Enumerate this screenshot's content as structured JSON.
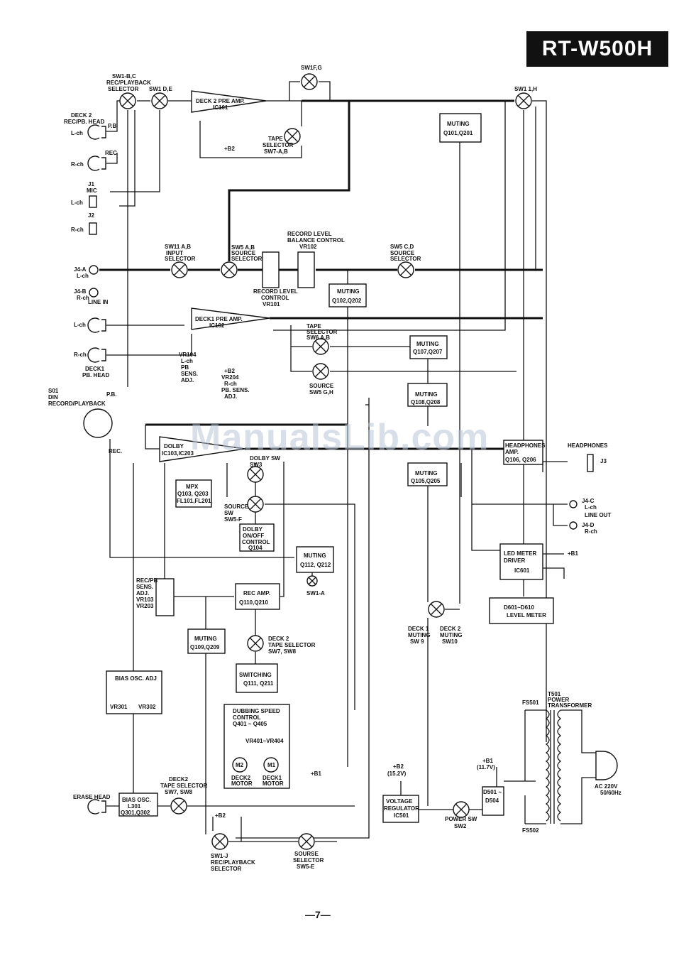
{
  "title": "RT-W500H",
  "watermark": "ManualsLib.com",
  "page_number": "—7—",
  "labels": {
    "sw1bc": "SW1-B,C",
    "sw1bc_desc1": "REC/PLAYBACK",
    "sw1bc_desc2": "SELECTOR",
    "sw1de": "SW1 D,E",
    "deck2_head1": "DECK 2",
    "deck2_head2": "REC/PB. HEAD",
    "pb": "P.B",
    "rec": "REC",
    "lch": "L-ch",
    "rch": "R-ch",
    "j1": "J1",
    "mic": "MIC",
    "j2": "J2",
    "deck2_preamp": "DECK 2 PRE AMP.",
    "ic101": "IC101",
    "b2": "+B2",
    "tape_selector_sw7_1": "TAPE",
    "tape_selector_sw7_2": "SELECTOR",
    "tape_selector_sw7_3": "SW7-A,B",
    "sw1fg": "SW1F,G",
    "sw1h": "SW1 1,H",
    "muting_q101_1": "MUTING",
    "muting_q101_2": "Q101,Q201",
    "record_level_balance_1": "RECORD LEVEL",
    "record_level_balance_2": "BALANCE CONTROL",
    "vr102": "VR102",
    "sw11ab_1": "SW11 A,B",
    "sw11ab_2": "INPUT",
    "sw11ab_3": "SELECTOR",
    "sw5ab_1": "SW5 A,B",
    "sw5ab_2": "SOURCE",
    "sw5ab_3": "SELECTOR",
    "sw5cd_1": "SW5 C,D",
    "sw5cd_2": "SOURCE",
    "sw5cd_3": "SELECTOR",
    "j4a": "J4-A",
    "j4b": "J4-B",
    "line_in": "LINE IN",
    "record_level_ctrl_1": "RECORD LEVEL",
    "record_level_ctrl_2": "CONTROL",
    "record_level_ctrl_3": "VR101",
    "muting_q102_1": "MUTING",
    "muting_q102_2": "Q102,Q202",
    "deck1_preamp": "DECK1 PRE AMP.",
    "ic102": "IC102",
    "tape_selector_sw6_1": "TAPE",
    "tape_selector_sw6_2": "SELECTOR",
    "tape_selector_sw6_3": "SW6 A,B",
    "muting_q107_1": "MUTING",
    "muting_q107_2": "Q107,Q207",
    "source_sw5gh_1": "SOURCE",
    "source_sw5gh_2": "SW5 G,H",
    "muting_q108_1": "MUTING",
    "muting_q108_2": "Q108,Q208",
    "vr104_1": "VR104",
    "vr104_2": "L-ch",
    "vr104_3": "PB",
    "vr104_4": "SENS.",
    "vr104_5": "ADJ.",
    "vr204_1": "VR204",
    "vr204_2": "R-ch",
    "vr204_3": "PB. SENS.",
    "vr204_4": "ADJ.",
    "deck1_head_1": "DECK1",
    "deck1_head_2": "PB. HEAD",
    "s01_1": "S01",
    "s01_2": "DIN",
    "s01_3": "RECORD/PLAYBACK",
    "pb2": "P.B.",
    "rec2": "REC.",
    "dolby_1": "DOLBY",
    "dolby_2": "IC103,IC203",
    "dolby_sw_1": "DOLBY SW",
    "dolby_sw_2": "SW3",
    "mpx_1": "MPX",
    "mpx_2": "Q103, Q203",
    "mpx_3": "FL101,FL201",
    "source_sw5f_1": "SOURCE",
    "source_sw5f_2": "SW",
    "source_sw5f_3": "SW5-F",
    "dolby_onoff_1": "DOLBY",
    "dolby_onoff_2": "ON/OFF",
    "dolby_onoff_3": "CONTROL",
    "dolby_onoff_4": "Q104",
    "headphones_amp_1": "HEADPHONES",
    "headphones_amp_2": "AMP.",
    "headphones_amp_3": "Q106, Q206",
    "headphones": "HEADPHONES",
    "j3": "J3",
    "muting_q105_1": "MUTING",
    "muting_q105_2": "Q105,Q205",
    "j4c": "J4-C",
    "line_out": "LINE OUT",
    "j4d": "J4-D",
    "led_meter_1": "LED METER",
    "led_meter_2": "DRIVER",
    "led_meter_3": "IC601",
    "b1": "+B1",
    "level_meter_1": "D601~D610",
    "level_meter_2": "LEVEL METER",
    "muting_q112_1": "MUTING",
    "muting_q112_2": "Q112, Q212",
    "sw1a": "SW1-A",
    "recpb_sens_1": "REC/PB",
    "recpb_sens_2": "SENS.",
    "recpb_sens_3": "ADJ.",
    "recpb_sens_4": "VR103",
    "recpb_sens_5": "VR203",
    "rec_amp_1": "REC AMP.",
    "rec_amp_2": "Q110,Q210",
    "deck2_tape_sel_1": "DECK 2",
    "deck2_tape_sel_2": "TAPE SELECTOR",
    "deck2_tape_sel_3": "SW7, SW8",
    "muting_q109_1": "MUTING",
    "muting_q109_2": "Q109,Q209",
    "switching_1": "SWITCHING",
    "switching_2": "Q111, Q211",
    "deck1_muting_1": "DECK 1",
    "deck1_muting_2": "MUTING",
    "deck1_muting_3": "SW 9",
    "deck2_muting_1": "DECK 2",
    "deck2_muting_2": "MUTING",
    "deck2_muting_3": "SW10",
    "bias_adj_1": "BIAS OSC. ADJ",
    "bias_adj_2": "VR301",
    "bias_adj_3": "VR302",
    "dubbing_1": "DUBBING SPEED",
    "dubbing_2": "CONTROL",
    "dubbing_3": "Q401 ~ Q405",
    "dubbing_4": "VR401~VR404",
    "m2": "M2",
    "m1": "M1",
    "deck2_motor_1": "DECK2",
    "deck2_motor_2": "MOTOR",
    "deck1_motor_1": "DECK1",
    "deck1_motor_2": "MOTOR",
    "b2_supply_1": "+B2",
    "b2_supply_2": "(15.2V)",
    "vreg_1": "VOLTAGE",
    "vreg_2": "REGULATOR",
    "vreg_3": "IC501",
    "power_sw_1": "POWER SW",
    "power_sw_2": "SW2",
    "d501": "D501 ~",
    "d504": "D504",
    "fs501": "FS501",
    "fs502": "FS502",
    "t501_1": "T501",
    "t501_2": "POWER",
    "t501_3": "TRANSFORMER",
    "b1_supply_1": "+B1",
    "b1_supply_2": "(11.7V)",
    "ac_1": "AC 220V",
    "ac_2": "50/60Hz",
    "erase_head": "ERASE HEAD",
    "bias_osc_1": "BIAS OSC.",
    "bias_osc_2": "L301",
    "bias_osc_3": "Q301,Q302",
    "deck2_tape_sel_b_1": "DECK2",
    "deck2_tape_sel_b_2": "TAPE SELECTOR",
    "deck2_tape_sel_b_3": "SW7, SW8",
    "sw1j_1": "SW1-J",
    "sw1j_2": "REC/PLAYBACK",
    "sw1j_3": "SELECTOR",
    "sourse_sel_1": "SOURSE",
    "sourse_sel_2": "SELECTOR",
    "sourse_sel_3": "SW5-E",
    "b1_mot": "+B1",
    "b2_bot": "+B2"
  }
}
